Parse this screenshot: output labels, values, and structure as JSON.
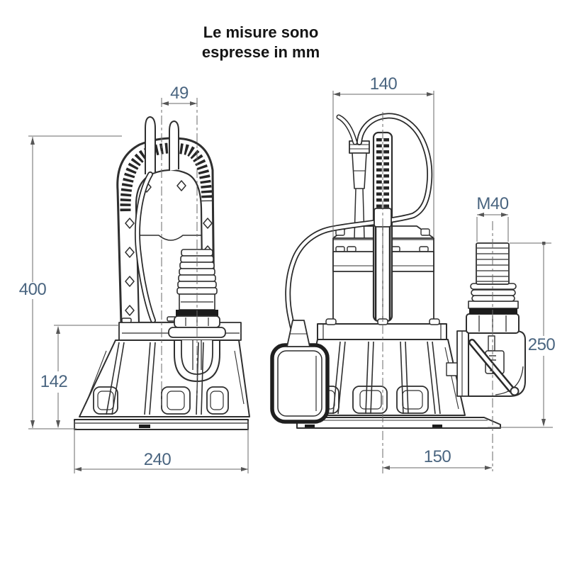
{
  "note": {
    "line1": "Le misure sono",
    "line2": "espresse in mm"
  },
  "dimensions": {
    "handle_offset": "49",
    "top_width": "140",
    "thread_size": "M40",
    "total_height": "400",
    "base_height": "142",
    "outlet_height": "250",
    "base_width": "240",
    "outlet_offset": "150"
  },
  "colors": {
    "dimension_text": "#4a6580",
    "drawing_line": "#2f2f2f",
    "background": "#ffffff"
  }
}
